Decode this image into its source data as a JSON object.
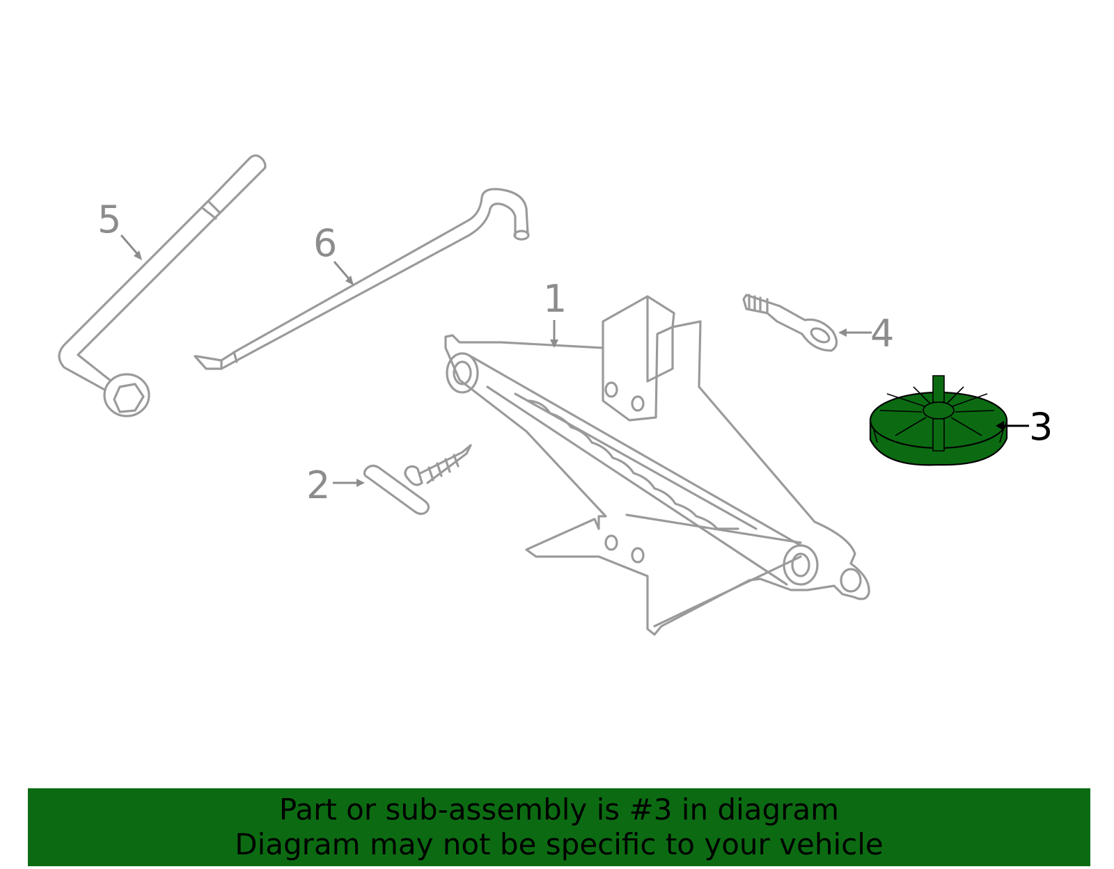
{
  "callouts": {
    "c1": "1",
    "c2": "2",
    "c3": "3",
    "c4": "4",
    "c5": "5",
    "c6": "6"
  },
  "highlighted_part": "3",
  "colors": {
    "highlight_fill": "#0c6b12",
    "banner_bg": "#0c6b12",
    "part_line": "#9a9a9a",
    "callout_text": "#8c8c8c"
  },
  "banner": {
    "line1": "Part or sub-assembly is #3 in diagram",
    "line2": "Diagram may not be specific to your vehicle"
  }
}
